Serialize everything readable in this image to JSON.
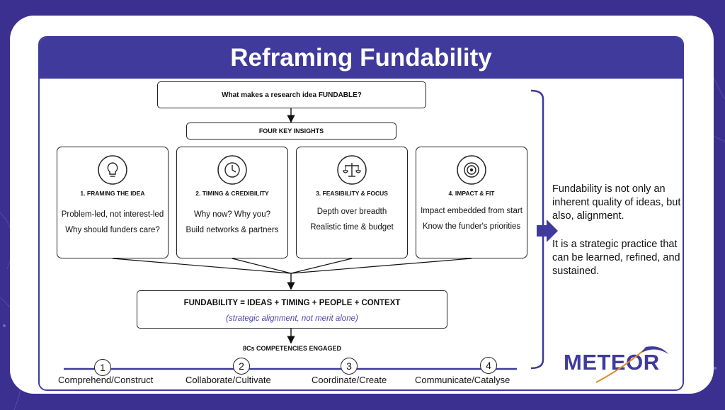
{
  "title": "Reframing Fundability",
  "question": "What makes a research idea FUNDABLE?",
  "insights_heading": "FOUR KEY INSIGHTS",
  "insights": [
    {
      "title": "1. FRAMING THE IDEA",
      "icon": "lightbulb-icon",
      "lines": [
        "Problem-led, not interest-led",
        "Why should funders care?"
      ]
    },
    {
      "title": "2. TIMING & CREDIBILITY",
      "icon": "clock-icon",
      "lines": [
        "Why now? Why you?",
        "Build networks & partners"
      ]
    },
    {
      "title": "3. FEASIBILITY & FOCUS",
      "icon": "scales-icon",
      "lines": [
        "Depth over breadth",
        "Realistic time & budget"
      ]
    },
    {
      "title": "4. IMPACT & FIT",
      "icon": "target-icon",
      "lines": [
        "Impact embedded from start",
        "Know the funder's priorities"
      ]
    }
  ],
  "formula": "FUNDABILITY = IDEAS + TIMING + PEOPLE + CONTEXT",
  "formula_note": "(strategic alignment, not merit alone)",
  "competencies_heading": "8Cs COMPETENCIES ENGAGED",
  "steps": [
    {
      "num": "1",
      "label": "Comprehend/Construct"
    },
    {
      "num": "2",
      "label": "Collaborate/Cultivate"
    },
    {
      "num": "3",
      "label": "Coordinate/Create"
    },
    {
      "num": "4",
      "label": "Communicate/Catalyse"
    }
  ],
  "side_text": [
    "Fundability is not only an inherent quality of ideas, but also, alignment.",
    "It is a strategic practice that can be learned, refined, and sustained."
  ],
  "logo_text": "METEOR",
  "colors": {
    "accent": "#3f3a9c",
    "background": "#3b2f8f",
    "note": "#4a46a8"
  }
}
